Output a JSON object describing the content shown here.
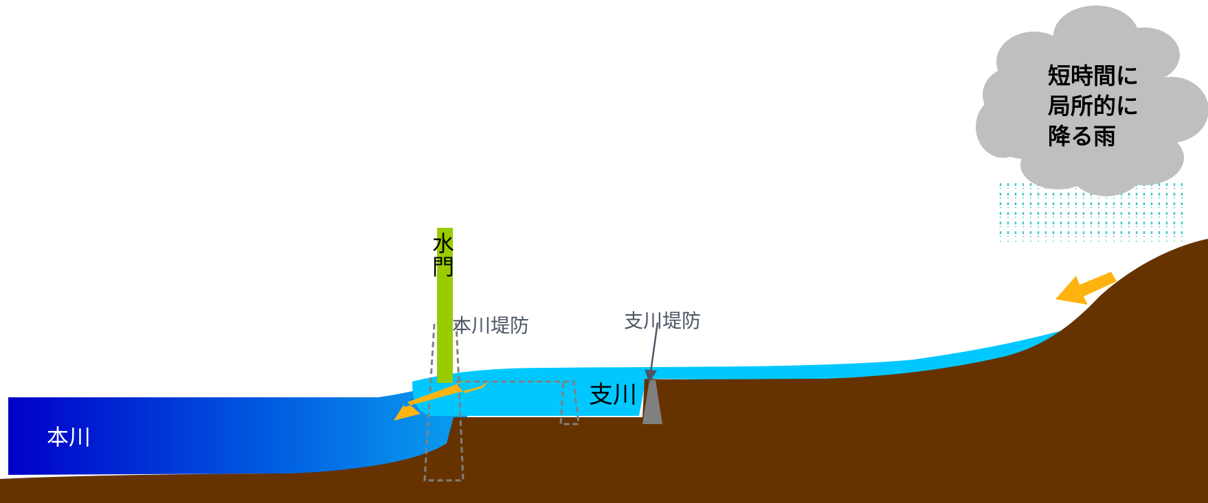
{
  "labels": {
    "main_river": "本川",
    "tributary": "支川",
    "sluice_gate_line1": "水",
    "sluice_gate_line2": "門",
    "main_levee": "本川堤防",
    "tributary_levee": "支川堤防",
    "rain_line1": "短時間に",
    "rain_line2": "局所的に",
    "rain_line3": "降る雨"
  },
  "colors": {
    "ground": "#663300",
    "main_river_start": "#0000c8",
    "main_river_end": "#0aa0ee",
    "tributary_water": "#00c8ff",
    "sluice_gate": "#99cc00",
    "arrow": "#ffb30f",
    "cloud": "#bfbfbf",
    "rain": "#3fc6c6",
    "levee_fill": "#808080",
    "dashed_outline": "#808080",
    "label_gray": "#4d5564"
  },
  "icons": {
    "flow_arrow_main": "flow-arrow-icon",
    "flow_arrow_slope": "flow-arrow-icon",
    "cloud": "rain-cloud-icon"
  }
}
